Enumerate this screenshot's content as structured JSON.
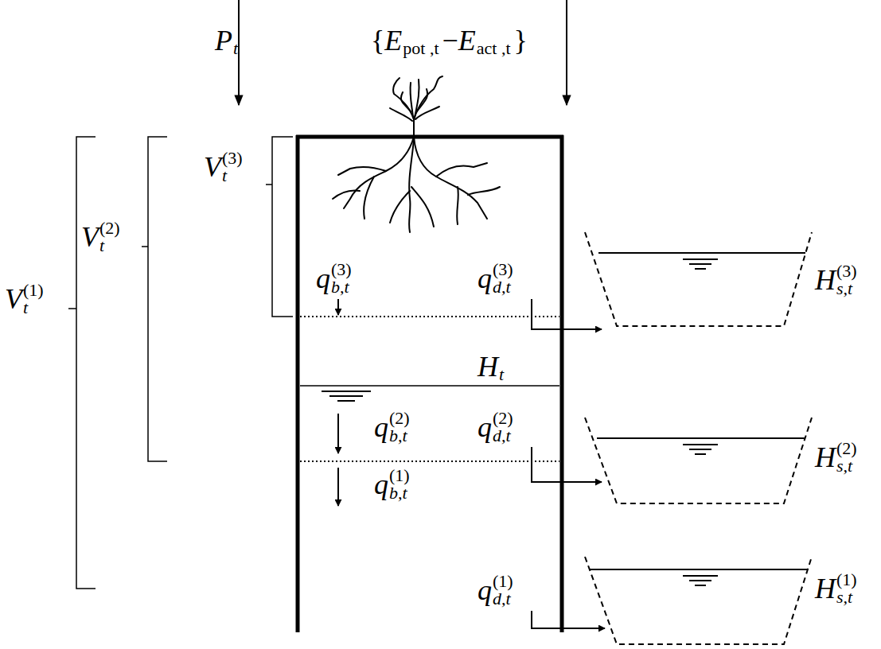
{
  "diagram": {
    "labels": [
      "P",
      "t",
      "{",
      "E",
      "pot ,t",
      "−",
      "E",
      "act ,t",
      "}",
      "V",
      "(3)",
      "t",
      "V",
      "(2)",
      "t",
      "V",
      "(1)",
      "t",
      "q",
      "(3)",
      "b,t",
      "q",
      "(3)",
      "d,t",
      "H",
      "t",
      "q",
      "(2)",
      "b,t",
      "q",
      "(2)",
      "d,t",
      "q",
      "(1)",
      "b,t",
      "q",
      "(1)",
      "d,t",
      "H",
      "(3)",
      "s,t",
      "H",
      "(2)",
      "s,t",
      "H",
      "(1)",
      "s,t"
    ]
  }
}
